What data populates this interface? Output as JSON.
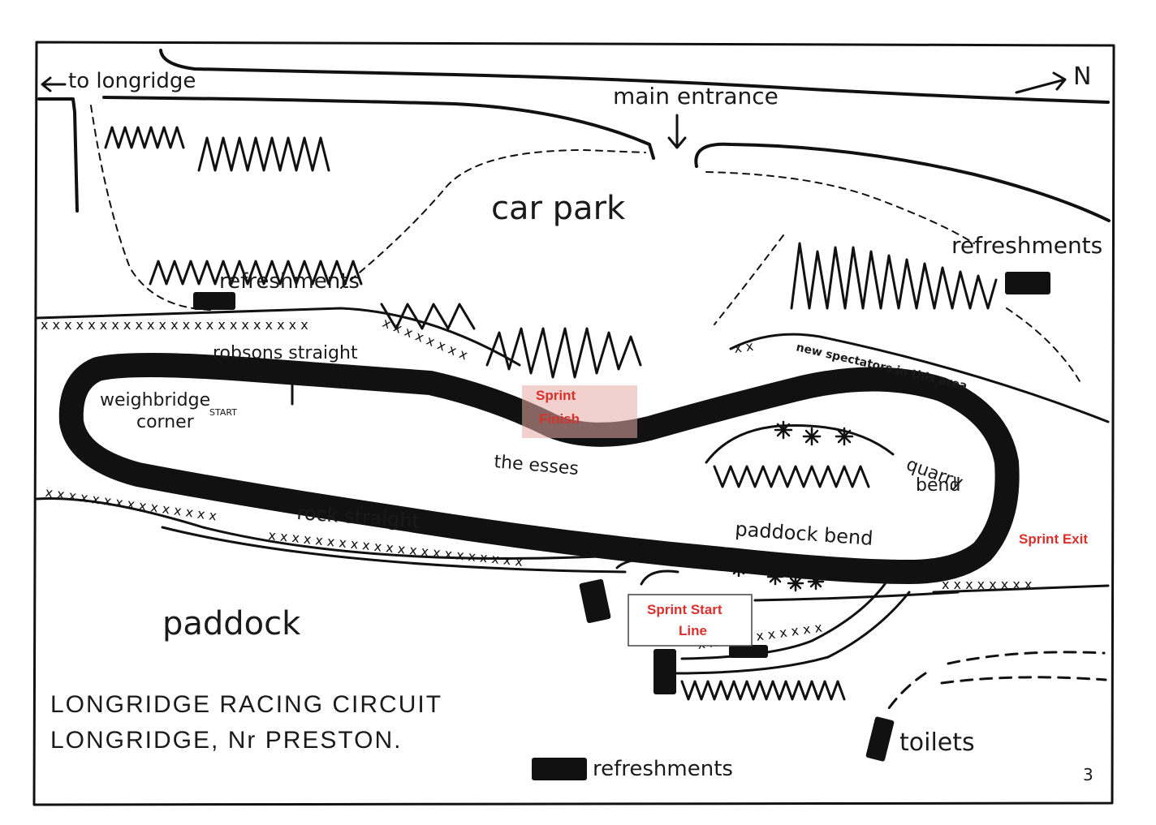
{
  "labels": {
    "to_longridge": "to longridge",
    "main_entrance": "main entrance",
    "north": "N",
    "car_park": "car park",
    "refreshments_left": "refreshments",
    "refreshments_right": "refreshments",
    "refreshments_bottom": "refreshments",
    "robsons_straight": "robsons straight",
    "weighbridge": "weighbridge",
    "corner": "corner",
    "start": "START",
    "sprint_finish_1": "Sprint",
    "sprint_finish_2": "Finish",
    "the_esses": "the esses",
    "new_spectator_line": "new spectators in this area",
    "quarry": "quarry",
    "bend": "bend",
    "rock_straight": "rock straight",
    "paddock_bend": "paddock bend",
    "sprint_exit": "Sprint Exit",
    "paddock": "paddock",
    "sprint_start_1": "Sprint Start",
    "sprint_start_2": "Line",
    "title_1": "LONGRIDGE RACING CIRCUIT",
    "title_2": "LONGRIDGE, Nr PRESTON.",
    "toilets": "toilets",
    "page_number": "3"
  },
  "colors": {
    "ink": "#111111",
    "sprint_red": "#d9302c",
    "finish_box": "#efc3bf"
  }
}
